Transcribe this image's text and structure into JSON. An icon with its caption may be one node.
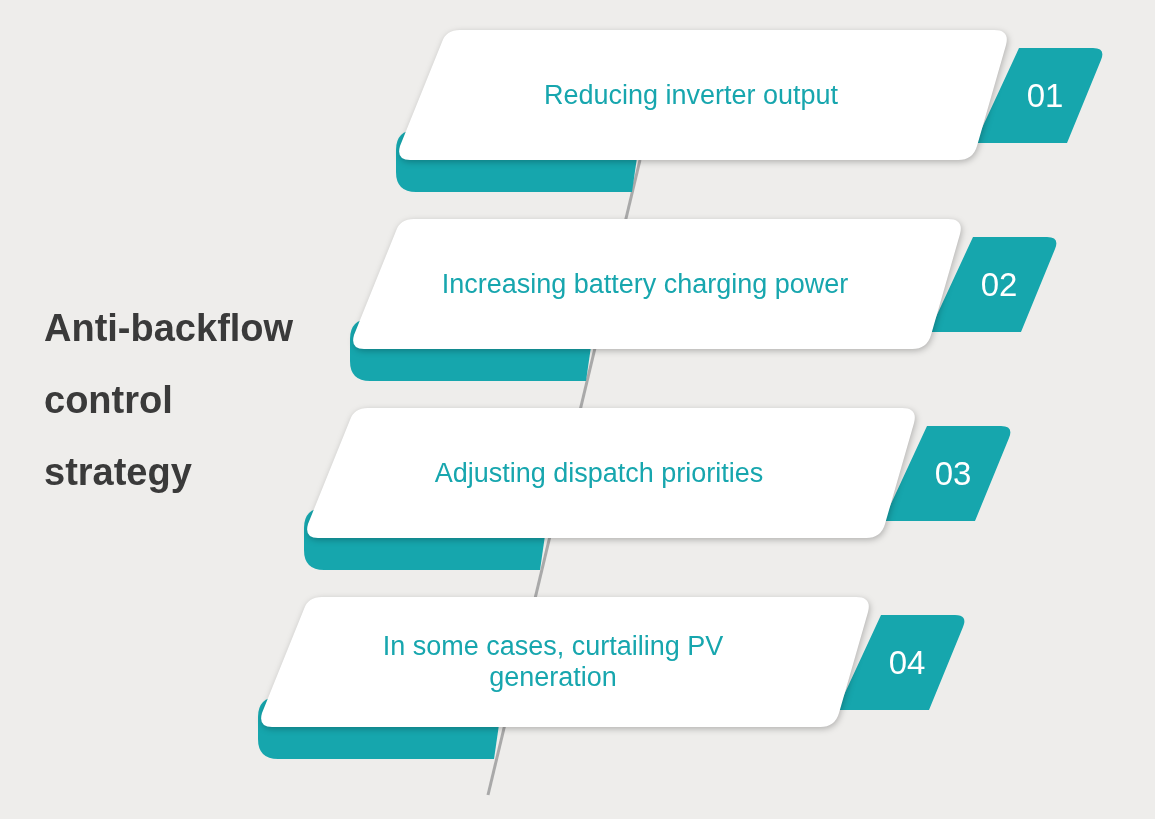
{
  "diagram": {
    "title": "Anti-backflow control strategy",
    "nodes": [
      {
        "text": [
          "Reducing inverter output"
        ]
      },
      {
        "text": [
          "01"
        ]
      },
      {
        "text": [
          "Increasing battery charging power"
        ]
      },
      {
        "text": [
          "02"
        ]
      },
      {
        "text": [
          "Adjusting dispatch priorities"
        ]
      },
      {
        "text": [
          "03"
        ]
      },
      {
        "text": [
          "In some cases, curtailing PV generation"
        ]
      },
      {
        "text": [
          "04"
        ]
      }
    ],
    "edges": []
  }
}
